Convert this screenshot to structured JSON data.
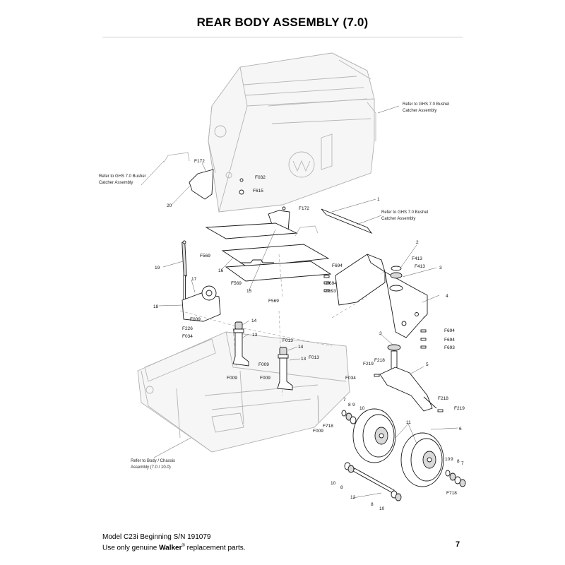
{
  "header": {
    "title": "REAR BODY ASSEMBLY (7.0)"
  },
  "references": {
    "ghs_top_right": [
      "Refer to GHS 7.0 Bushel",
      "Catcher Assembly"
    ],
    "ghs_left": [
      "Refer to GHS 7.0 Bushel",
      "Catcher Assembly"
    ],
    "ghs_mid_right": [
      "Refer to GHS 7.0 Bushel",
      "Catcher Assembly"
    ],
    "body_chassis": [
      "Refer to Body / Chassis",
      "Assembly (7.0 / 10.0)"
    ]
  },
  "callouts": {
    "c1": "1",
    "c2": "2",
    "c3a": "3",
    "c3b": "3",
    "c4": "4",
    "c5": "5",
    "c6": "6",
    "c7a": "7",
    "c7b": "7",
    "c8a": "8",
    "c8b": "8",
    "c8c": "8",
    "c8d": "8",
    "c9a": "9",
    "c9b": "9",
    "c10a": "10",
    "c10b": "10",
    "c10c": "10",
    "c10d": "10",
    "c11": "11",
    "c12": "12",
    "c13a": "13",
    "c13b": "13",
    "c14a": "14",
    "c14b": "14",
    "c15": "15",
    "c16": "16",
    "c17": "17",
    "c18": "18",
    "c19": "19",
    "c20": "20",
    "f172a": "F172",
    "f172b": "F172",
    "f032": "F032",
    "f615": "F615",
    "f569a": "F569",
    "f569b": "F569",
    "f569c": "F569",
    "f413a": "F413",
    "f413b": "F413",
    "f694a": "F694",
    "f694b": "F694",
    "f694c": "F694",
    "f694d": "F694",
    "f693a": "F693",
    "f693b": "F693",
    "f009a": "F009",
    "f009b": "F009",
    "f009c": "F009",
    "f009d": "F009",
    "f009e": "F009",
    "f226": "F226",
    "f034a": "F034",
    "f034b": "F034",
    "f013a": "F013",
    "f013b": "F013",
    "f219a": "F219",
    "f219b": "F219",
    "f218a": "F218",
    "f218b": "F218",
    "f718a": "F718",
    "f718b": "F718"
  },
  "footer": {
    "model_line": "Model C23i Beginning S/N 191079",
    "replacement_prefix": "Use only genuine ",
    "brand": "Walker",
    "registered": "®",
    "replacement_suffix": " replacement parts.",
    "page_number": "7"
  }
}
